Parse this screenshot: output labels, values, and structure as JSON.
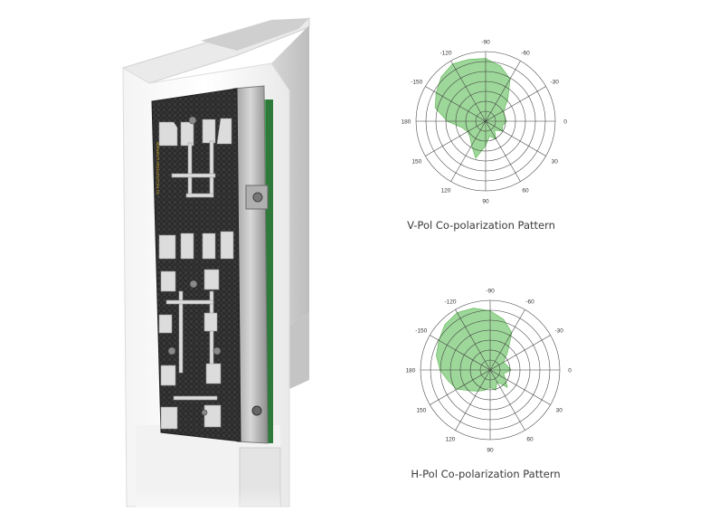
{
  "product_image": {
    "board_marking": "V1 PICOSTATION CARRIER"
  },
  "patterns": [
    {
      "caption": "V-Pol Co-polarization Pattern",
      "angle_labels": [
        "-90",
        "-60",
        "-30",
        "0",
        "30",
        "60",
        "90",
        "120",
        "150",
        "180",
        "-150",
        "-120"
      ],
      "fill_color": "#9ed79a",
      "stroke_color": "#6cbf63",
      "grid_color": "#3c3c3c"
    },
    {
      "caption": "H-Pol Co-polarization Pattern",
      "angle_labels": [
        "-90",
        "-60",
        "-30",
        "0",
        "30",
        "60",
        "90",
        "120",
        "150",
        "180",
        "-150",
        "-120"
      ],
      "fill_color": "#9ed79a",
      "stroke_color": "#6cbf63",
      "grid_color": "#3c3c3c"
    }
  ]
}
